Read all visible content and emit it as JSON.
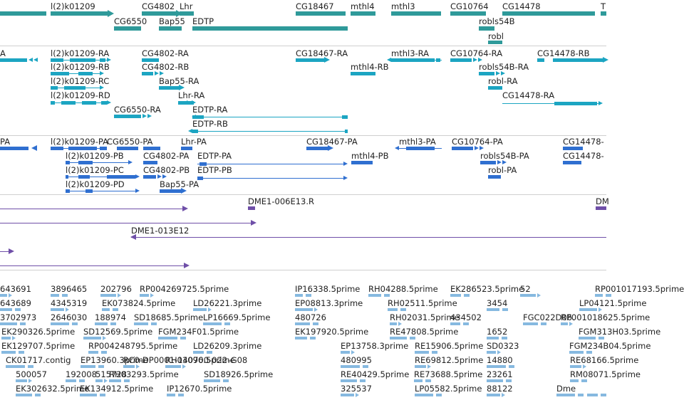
{
  "colors": {
    "teal": "#2f9a9a",
    "cyan": "#1ca5c2",
    "blue": "#2f6fd0",
    "purple": "#6f4fa8",
    "light_blue": "#86b9e0",
    "separator": "#cfcfcf"
  },
  "genes": [
    "l(2)k01209",
    "CG4802",
    "Lhr",
    "CG18467",
    "mthl4",
    "mthl3",
    "CG10764",
    "CG14478",
    "CG6550",
    "Bap55",
    "EDTP",
    "robls54B",
    "robl",
    "T"
  ],
  "transcripts": [
    "A",
    "l(2)k01209-RA",
    "l(2)k01209-RB",
    "l(2)k01209-RC",
    "l(2)k01209-RD",
    "CG4802-RA",
    "CG4802-RB",
    "Bap55-RA",
    "Lhr-RA",
    "CG6550-RA",
    "EDTP-RA",
    "EDTP-RB",
    "CG18467-RA",
    "mthl4-RB",
    "mthl3-RA",
    "CG10764-RA",
    "robls54B-RA",
    "robl-RA",
    "CG14478-RB",
    "CG14478-RA"
  ],
  "proteins": [
    "PA",
    "l(2)k01209-PA",
    "CG6550-PA",
    "l(2)k01209-PB",
    "l(2)k01209-PC",
    "l(2)k01209-PD",
    "CG4802-PA",
    "CG4802-PB",
    "Bap55-PA",
    "Lhr-PA",
    "EDTP-PA",
    "EDTP-PB",
    "CG18467-PA",
    "mthl4-PB",
    "mthl3-PA",
    "CG10764-PA",
    "robls54B-PA",
    "robl-PA",
    "CG14478-",
    "CG14478-"
  ],
  "clones": [
    "DME1-006E13.R",
    "DME1-013E12",
    "DM"
  ],
  "ests": [
    "643691",
    "643689",
    "3702973",
    "EK290326.5prime",
    "EK129707.5prime",
    "CK01717.contig",
    "500057",
    "EK302632.5prime",
    "3896465",
    "4345319",
    "2646030",
    "192008",
    "202796",
    "EK073824.5prime",
    "188974",
    "SD12569.5prime",
    "RP004248795.5prime",
    "EP13960.3prime",
    "515728",
    "RH03293.5prime",
    "EK134912.5prime",
    "RP004269725.5prime",
    "SD18685.5prime",
    "FGM234F01.5prime",
    "RC0-DP0001-140700-022-G08",
    "SD18926.5prime",
    "IP12670.5prime",
    "LD26221.3prime",
    "LP16669.5prime",
    "LD26209.3prime",
    "RH03096.5prime",
    "IP16338.5prime",
    "RH04288.5prime",
    "EP08813.3prime",
    "RH02511.5prime",
    "480726",
    "RH02031.5prime",
    "EK197920.5prime",
    "RE47808.5prime",
    "EP13758.3prime",
    "RE15906.5prime",
    "480995",
    "RE69812.5prime",
    "RE40429.5prime",
    "RE73688.5prime",
    "325537",
    "LP05582.5prime",
    "EK286523.5prime",
    "52",
    "RP001017193.5prime",
    "3454",
    "LP04121.5prime",
    "434502",
    "FGC022D06.",
    "RP001018625.5prime",
    "1652",
    "FGM313H03.5prime",
    "SD0323",
    "FGM234B04.5prime",
    "14880",
    "RE68166.5prime",
    "23261",
    "RM08071.5prime",
    "88122",
    "Dme"
  ]
}
